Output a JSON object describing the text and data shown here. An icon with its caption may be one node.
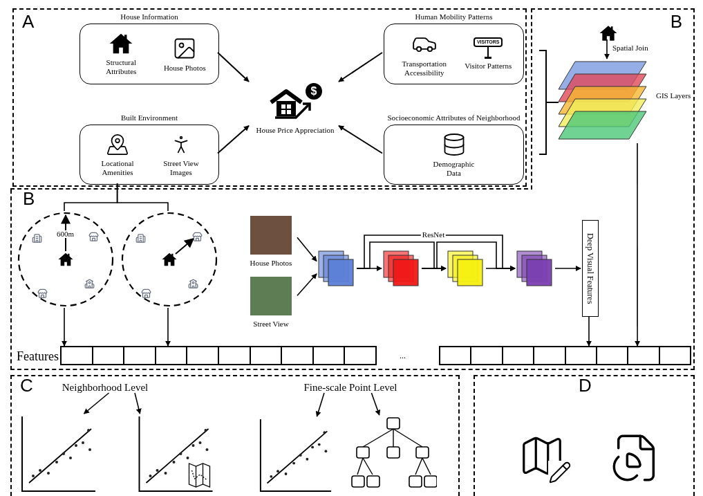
{
  "diagram": {
    "nodes": [
      {
        "text": [
          "A"
        ]
      },
      {
        "text": [
          "House Information",
          "Structural Attributes",
          "House Photos"
        ],
        "in": 0
      },
      {
        "text": [
          "Built Environment",
          "Locational Amenities",
          "Street View Images"
        ],
        "in": 0
      },
      {
        "text": [
          "House Price Appreciation"
        ],
        "in": 0
      },
      {
        "text": [
          "Human Mobility Patterns",
          "Transportation Accessibility",
          "Visitor Patterns"
        ],
        "in": 0
      },
      {
        "text": [
          "Socioeconomic Attributes of Neighborhood",
          "Demographic Data"
        ],
        "in": 0
      },
      {
        "text": [
          "B"
        ]
      },
      {
        "text": [],
        "shape": "picture",
        "in": 6
      },
      {
        "text": [],
        "shape": "picture",
        "beside": [
          "GIS Layers"
        ],
        "in": 6
      },
      {
        "text": [
          "B"
        ]
      },
      {
        "text": [],
        "shape": "circle",
        "in": 9
      },
      {
        "text": [],
        "shape": "circle",
        "in": 9
      },
      {
        "text": [
          "House Photos"
        ],
        "in": 9
      },
      {
        "text": [
          "Street View"
        ],
        "in": 9
      },
      {
        "text": [],
        "shape": "box",
        "in": 9
      },
      {
        "text": [],
        "shape": "box",
        "in": 9
      },
      {
        "text": [],
        "shape": "box",
        "in": 9
      },
      {
        "text": [],
        "shape": "box",
        "in": 9
      },
      {
        "text": [
          "Deep Visual Features"
        ],
        "in": 9
      },
      {
        "text": [],
        "shape": "bar",
        "beside": [
          "Features"
        ],
        "in": 9
      },
      {
        "text": [],
        "shape": "bar",
        "in": 9
      },
      {
        "text": [
          "C"
        ]
      },
      {
        "text": [
          "Neighborhood Level"
        ],
        "in": 21
      },
      {
        "text": [],
        "shape": "picture",
        "in": 21
      },
      {
        "text": [],
        "shape": "picture",
        "in": 21
      },
      {
        "text": [
          "Fine-scale Point Level"
        ],
        "in": 21
      },
      {
        "text": [],
        "shape": "picture",
        "in": 21
      },
      {
        "text": [],
        "shape": "picture",
        "in": 21
      },
      {
        "text": [
          "D"
        ]
      }
    ],
    "edges": [
      {
        "from": 1,
        "to": 3,
        "arrow": "to"
      },
      {
        "from": 2,
        "to": 3,
        "arrow": "to"
      },
      {
        "from": 4,
        "to": 3,
        "arrow": "to"
      },
      {
        "from": 5,
        "to": 3,
        "arrow": "to"
      },
      {
        "from": 7,
        "to": 8,
        "arrow": "to",
        "label": "Spatial Join"
      },
      {
        "from": 2,
        "to": 10,
        "arrow": "none"
      },
      {
        "from": 2,
        "to": 11,
        "arrow": "none"
      },
      {
        "from": 12,
        "to": 14,
        "arrow": "to"
      },
      {
        "from": 13,
        "to": 14,
        "arrow": "to"
      },
      {
        "from": 14,
        "to": 15,
        "arrow": "to"
      },
      {
        "from": 15,
        "to": 16,
        "arrow": "to"
      },
      {
        "from": 16,
        "to": 17,
        "arrow": "to"
      },
      {
        "from": 17,
        "to": 18,
        "arrow": "to"
      },
      {
        "from": 14,
        "to": 17,
        "arrow": "to",
        "label": "ResNet"
      },
      {
        "from": 14,
        "to": 16,
        "arrow": "to"
      },
      {
        "from": 15,
        "to": 17,
        "arrow": "to"
      },
      {
        "from": 10,
        "to": 19,
        "arrow": "to"
      },
      {
        "from": 11,
        "to": 19,
        "arrow": "to"
      },
      {
        "from": 18,
        "to": 20,
        "arrow": "to"
      },
      {
        "from": 8,
        "to": 20,
        "arrow": "to"
      },
      {
        "from": 22,
        "to": 23,
        "arrow": "to"
      },
      {
        "from": 22,
        "to": 24,
        "arrow": "to"
      },
      {
        "from": 25,
        "to": 26,
        "arrow": "to"
      },
      {
        "from": 25,
        "to": 27,
        "arrow": "to"
      }
    ],
    "labels": [
      "VISITORS",
      "$",
      "600m",
      "..."
    ]
  }
}
